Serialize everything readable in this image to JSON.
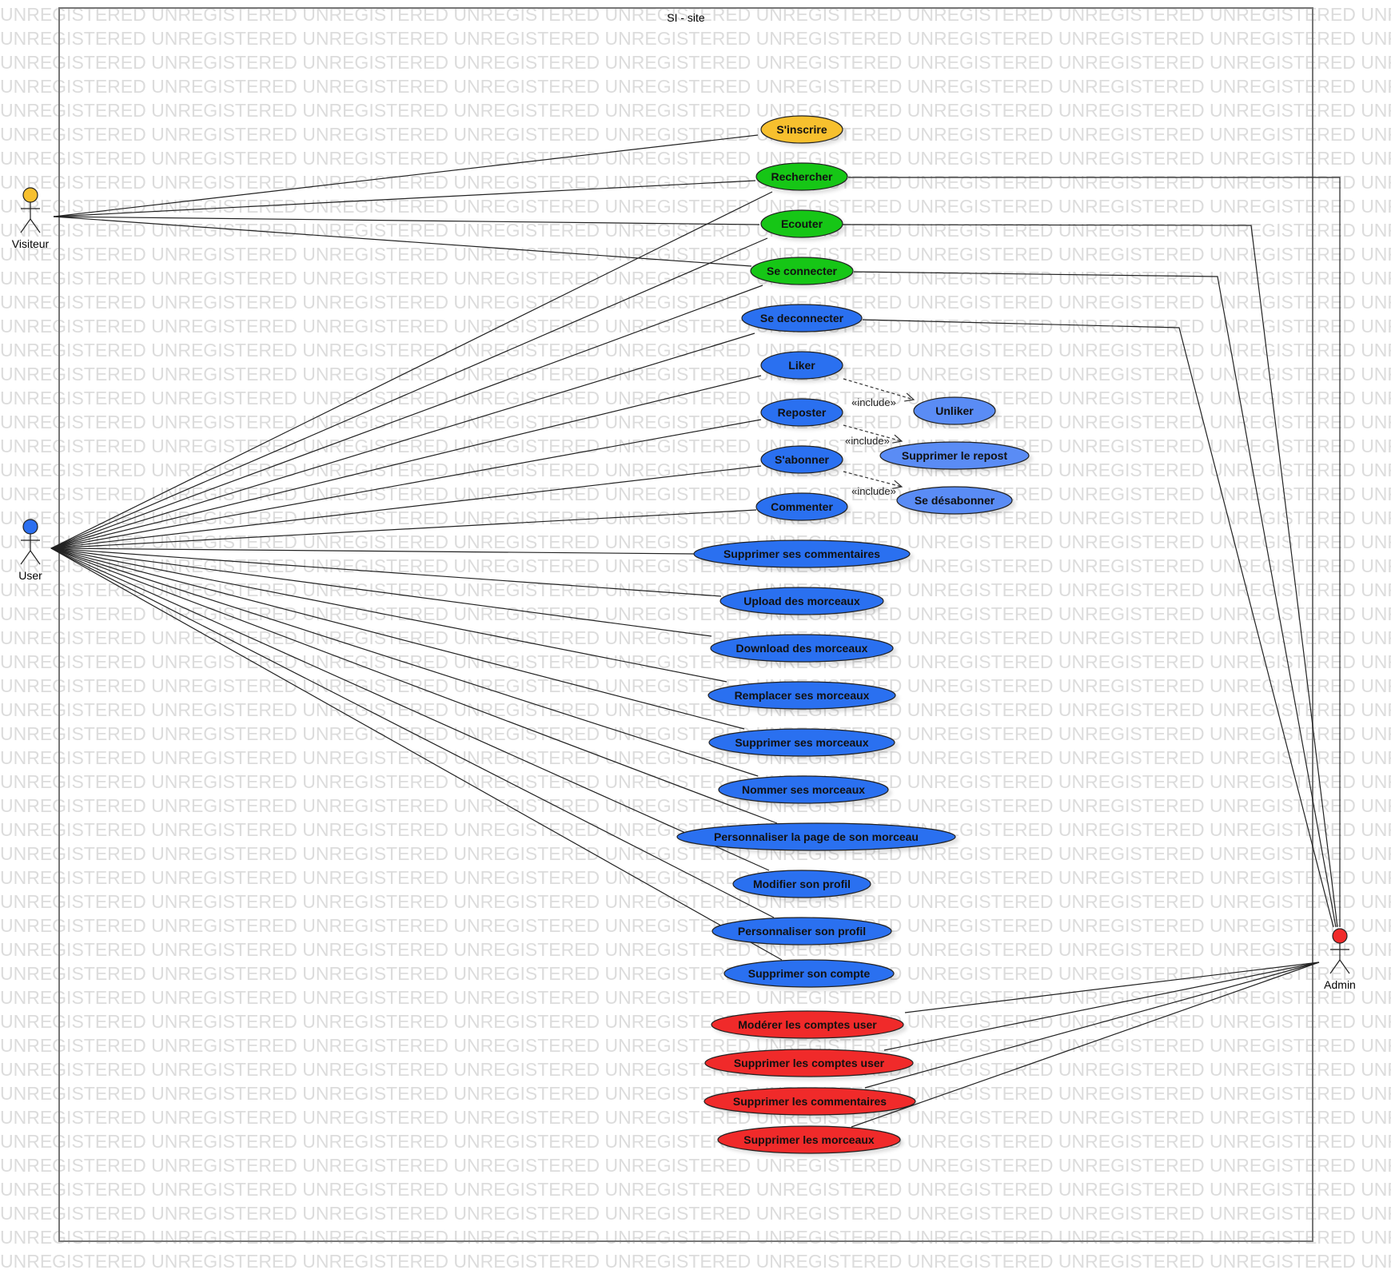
{
  "watermark": {
    "text": "UNREGISTERED",
    "color": "#dcdcdc"
  },
  "system": {
    "title": "SI - site"
  },
  "colors": {
    "visiteur": "#f7c02f",
    "green": "#19c619",
    "blue": "#2b6ff0",
    "light_blue": "#5a8cf5",
    "red": "#f02a2a",
    "line": "#222222"
  },
  "actors": {
    "visiteur": {
      "label": "Visiteur",
      "color": "visiteur"
    },
    "user": {
      "label": "User",
      "color": "blue"
    },
    "admin": {
      "label": "Admin",
      "color": "red"
    }
  },
  "use_cases": {
    "inscrire": {
      "label": "S'inscrire",
      "color": "visiteur"
    },
    "rechercher": {
      "label": "Rechercher",
      "color": "green"
    },
    "ecouter": {
      "label": "Ecouter",
      "color": "green"
    },
    "connecter": {
      "label": "Se connecter",
      "color": "green"
    },
    "deconnecter": {
      "label": "Se deconnecter",
      "color": "blue"
    },
    "liker": {
      "label": "Liker",
      "color": "blue"
    },
    "reposter": {
      "label": "Reposter",
      "color": "blue"
    },
    "abonner": {
      "label": "S'abonner",
      "color": "blue"
    },
    "commenter": {
      "label": "Commenter",
      "color": "blue"
    },
    "suppr_comm": {
      "label": "Supprimer ses commentaires",
      "color": "blue"
    },
    "upload": {
      "label": "Upload des morceaux",
      "color": "blue"
    },
    "download": {
      "label": "Download des morceaux",
      "color": "blue"
    },
    "remplacer": {
      "label": "Remplacer ses morceaux",
      "color": "blue"
    },
    "suppr_morc": {
      "label": "Supprimer ses morceaux",
      "color": "blue"
    },
    "nommer": {
      "label": "Nommer ses morceaux",
      "color": "blue"
    },
    "perso_page": {
      "label": "Personnaliser la page de son morceau",
      "color": "blue"
    },
    "modifier": {
      "label": "Modifier son profil",
      "color": "blue"
    },
    "perso_profil": {
      "label": "Personnaliser son profil",
      "color": "blue"
    },
    "suppr_compte": {
      "label": "Supprimer son compte",
      "color": "blue"
    },
    "unliker": {
      "label": "Unliker",
      "color": "light_blue"
    },
    "suppr_repost": {
      "label": "Supprimer le repost",
      "color": "light_blue"
    },
    "desabonner": {
      "label": "Se désabonner",
      "color": "light_blue"
    },
    "moderer": {
      "label": "Modérer les comptes user",
      "color": "red"
    },
    "suppr_comptes": {
      "label": "Supprimer les comptes user",
      "color": "red"
    },
    "suppr_comms": {
      "label": "Supprimer les commentaires",
      "color": "red"
    },
    "suppr_morcs": {
      "label": "Supprimer les morceaux",
      "color": "red"
    }
  },
  "include_label": "«include»",
  "includes": [
    {
      "from": "liker",
      "to": "unliker"
    },
    {
      "from": "reposter",
      "to": "suppr_repost"
    },
    {
      "from": "abonner",
      "to": "desabonner"
    }
  ],
  "associations": {
    "visiteur": [
      "inscrire",
      "rechercher",
      "ecouter",
      "connecter"
    ],
    "user": [
      "rechercher",
      "ecouter",
      "connecter",
      "deconnecter",
      "liker",
      "reposter",
      "abonner",
      "commenter",
      "suppr_comm",
      "upload",
      "download",
      "remplacer",
      "suppr_morc",
      "nommer",
      "perso_page",
      "modifier",
      "perso_profil",
      "suppr_compte"
    ],
    "admin": [
      "rechercher",
      "ecouter",
      "connecter",
      "deconnecter",
      "moderer",
      "suppr_comptes",
      "suppr_comms",
      "suppr_morcs"
    ]
  }
}
